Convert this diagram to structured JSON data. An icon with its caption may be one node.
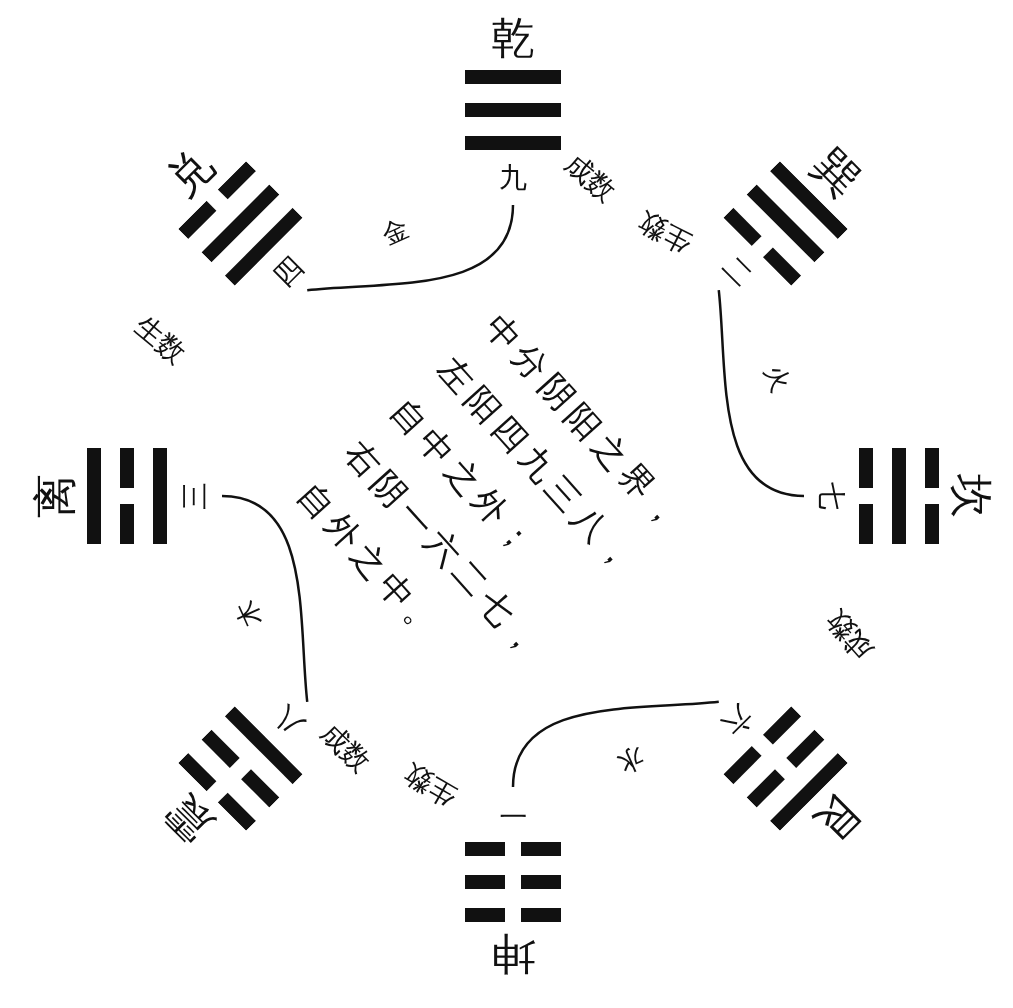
{
  "diagram": {
    "nodes": [
      {
        "text": [
          "乾",
          "九"
        ]
      },
      {
        "text": [
          "巽",
          "二"
        ]
      },
      {
        "text": [
          "坎",
          "七"
        ]
      },
      {
        "text": [
          "艮",
          "六"
        ]
      },
      {
        "text": [
          "坤",
          "一"
        ]
      },
      {
        "text": [
          "震",
          "八"
        ]
      },
      {
        "text": [
          "离",
          "三"
        ]
      },
      {
        "text": [
          "兑",
          "四"
        ]
      }
    ],
    "edges": [
      {
        "from": 0,
        "to": 7,
        "arrow": "none",
        "label": "金"
      },
      {
        "from": 2,
        "to": 1,
        "arrow": "none",
        "label": "火"
      },
      {
        "from": 4,
        "to": 3,
        "arrow": "none",
        "label": "水"
      },
      {
        "from": 6,
        "to": 5,
        "arrow": "none",
        "label": "木"
      }
    ],
    "labels": [
      "成数",
      "生数",
      "生数",
      "中分阴阳之界，",
      "左阳四九三八，",
      "自中之外；",
      "右阴一六二七，",
      "自外之中。",
      "成数",
      "成数",
      "生数"
    ]
  }
}
